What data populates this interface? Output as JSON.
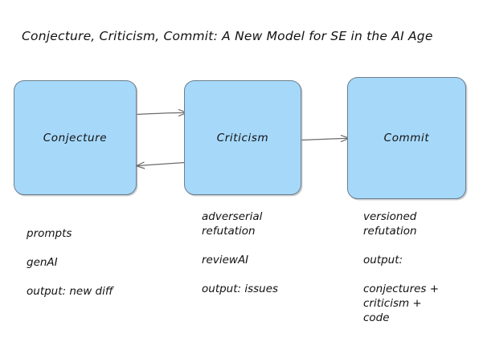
{
  "diagram": {
    "title": "Conjecture, Criticism, Commit: A New Model for SE in the AI Age",
    "background_color": "#ffffff",
    "box_fill_color": "#a6d8fa",
    "box_border_color": "#6c7f8c",
    "arrow_color": "#6b6b6b",
    "text_color": "#111111"
  },
  "stages": [
    {
      "id": "conjecture",
      "label": "Conjecture"
    },
    {
      "id": "criticism",
      "label": "Criticism"
    },
    {
      "id": "commit",
      "label": "Commit"
    }
  ],
  "connections": [
    {
      "id": "conjecture-to-criticism",
      "from": "conjecture",
      "to": "criticism",
      "direction": "right"
    },
    {
      "id": "criticism-to-conjecture",
      "from": "criticism",
      "to": "conjecture",
      "direction": "left"
    },
    {
      "id": "criticism-to-commit",
      "from": "criticism",
      "to": "commit",
      "direction": "right"
    }
  ],
  "annotations": {
    "conjecture": {
      "lines": [
        "prompts",
        "genAI",
        "output: new diff"
      ]
    },
    "criticism": {
      "lines": [
        "adverserial\nrefutation",
        "reviewAI",
        "output: issues"
      ]
    },
    "commit": {
      "lines": [
        "versioned\nrefutation",
        "output:",
        "conjectures +\ncriticism +\ncode"
      ]
    }
  }
}
